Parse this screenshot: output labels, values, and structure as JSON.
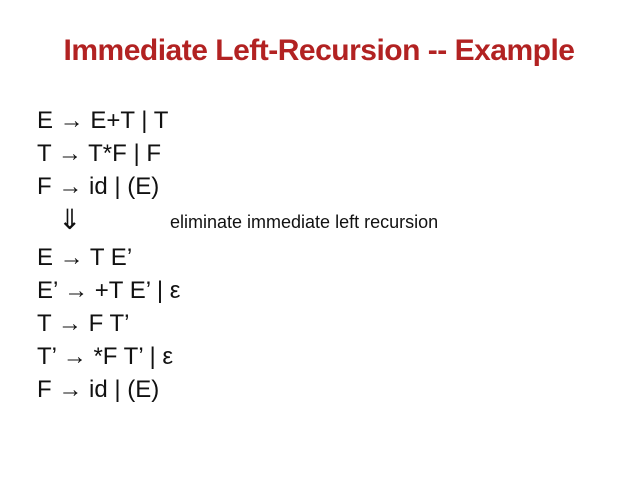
{
  "slide": {
    "title": "Immediate Left-Recursion -- Example",
    "colors": {
      "background": "#FFFFFF",
      "title_text": "#B22222",
      "body_text": "#111111"
    },
    "grammar_before": [
      "E → E+T | T",
      "T → T*F | F",
      "F → id | (E)"
    ],
    "transition": {
      "arrow_glyph": "⇓",
      "label": "eliminate immediate left recursion"
    },
    "grammar_after": [
      "E → T E’",
      "E’ → +T E’ | ε",
      "T → F T’",
      "T’ → *F T’ | ε",
      "F → id | (E)"
    ]
  }
}
